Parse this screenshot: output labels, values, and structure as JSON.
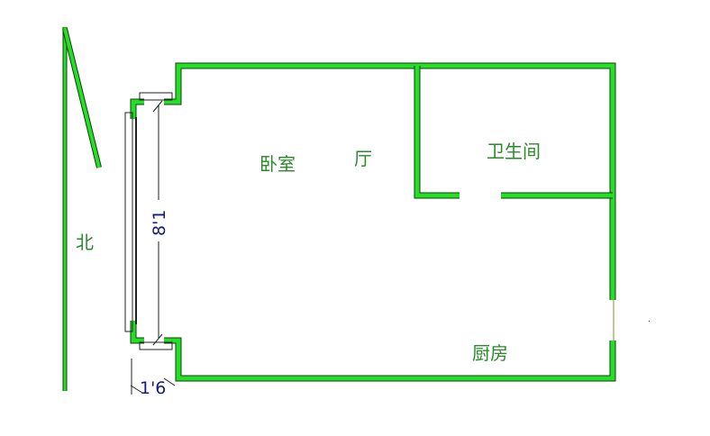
{
  "rooms": {
    "bedroom": "卧室",
    "living": "厅",
    "bathroom": "卫生间",
    "kitchen": "厨房"
  },
  "compass": {
    "north": "北"
  },
  "dimensions": {
    "window_length": "8'1",
    "balcony_depth": "1'6"
  },
  "colors": {
    "wall": "#22e022",
    "label": "#2a8a2a",
    "dimension": "#1a1a7a"
  }
}
